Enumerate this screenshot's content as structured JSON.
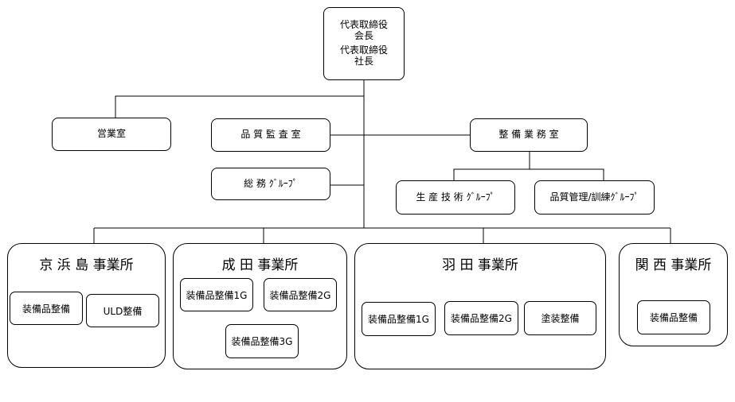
{
  "top": {
    "title_1": "代表取締役",
    "title_1_sub": "会長",
    "title_2": "代表取締役",
    "title_2_sub": "社長"
  },
  "departments": {
    "sales": "営業室",
    "quality_audit": "品 質 監 査 室",
    "general_affairs": "総 務 ｸﾞﾙｰﾌﾟ",
    "maintenance_office": "整 備 業 務 室",
    "production_tech": "生 産 技 術 ｸﾞﾙｰﾌﾟ",
    "quality_training": "品質管理/訓練ｸﾞﾙｰﾌﾟ"
  },
  "offices": [
    {
      "name": "京 浜 島 事業所",
      "units": [
        "装備品整備",
        "ULD整備"
      ]
    },
    {
      "name": "成 田 事業所",
      "units": [
        "装備品整備1G",
        "装備品整備2G",
        "装備品整備3G"
      ]
    },
    {
      "name": "羽 田 事業所",
      "units": [
        "装備品整備1G",
        "装備品整備2G",
        "塗装整備"
      ]
    },
    {
      "name": "関 西 事業所",
      "units": [
        "装備品整備"
      ]
    }
  ]
}
